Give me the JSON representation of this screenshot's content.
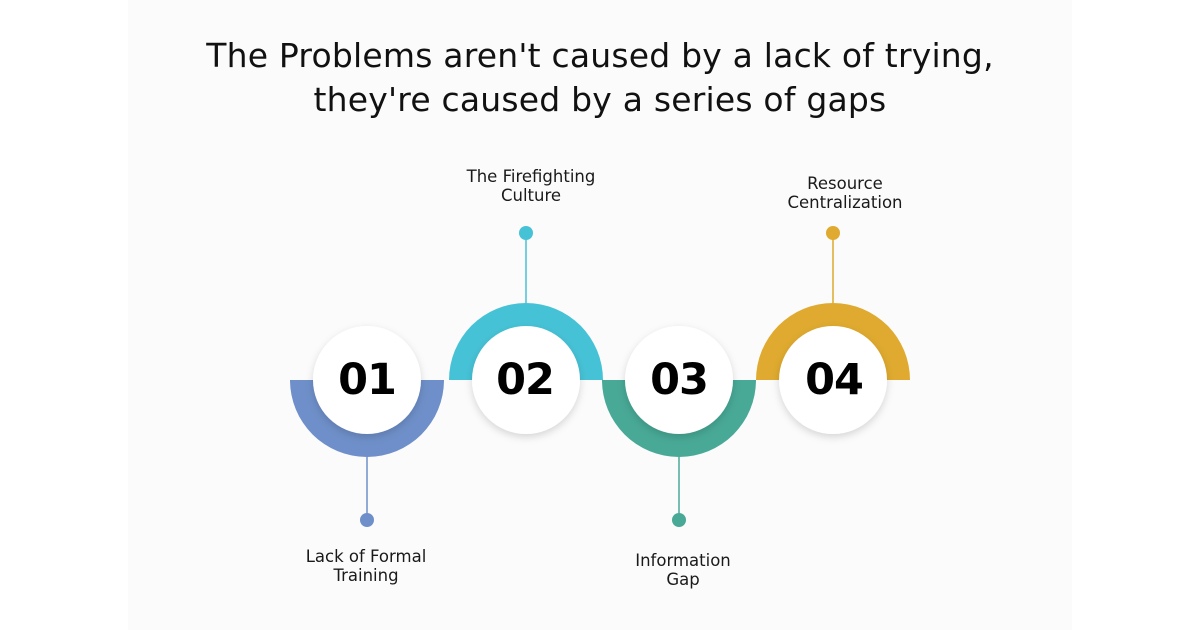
{
  "title": {
    "line1": "The Problems aren't caused by a lack of trying,",
    "line2": "they're caused by a series of gaps"
  },
  "steps": [
    {
      "number": "01",
      "label_line1": "Lack of Formal",
      "label_line2": "Training",
      "color": "#6e8fc9",
      "arc": "bottom"
    },
    {
      "number": "02",
      "label_line1": "The Firefighting",
      "label_line2": "Culture",
      "color": "#46c2d6",
      "arc": "top"
    },
    {
      "number": "03",
      "label_line1": "Information",
      "label_line2": "Gap",
      "color": "#48a996",
      "arc": "bottom"
    },
    {
      "number": "04",
      "label_line1": "Resource",
      "label_line2": "Centralization",
      "color": "#dfaa2f",
      "arc": "top"
    }
  ]
}
